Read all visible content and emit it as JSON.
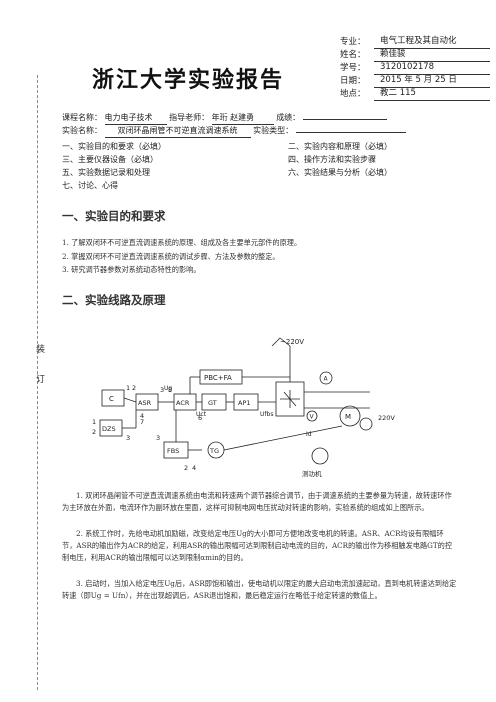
{
  "header": {
    "rows": [
      {
        "label": "专业：",
        "value": "电气工程及其自动化"
      },
      {
        "label": "姓名：",
        "value": "赖佳骏"
      },
      {
        "label": "学号：",
        "value": "3120102178"
      },
      {
        "label": "日期：",
        "value": "2015 年 5 月 25 日"
      },
      {
        "label": "地点：",
        "value": "教二 115"
      }
    ],
    "title": "浙江大学实验报告"
  },
  "meta": {
    "course_label": "课程名称：",
    "course_value": "电力电子技术",
    "teacher_label": "指导老师：",
    "teacher_value": "年珩 赵建勇",
    "grade_label": "成绩：",
    "exp_label": "实验名称：",
    "exp_value": "双闭环晶闸管不可逆直流调速系统",
    "type_label": "实验类型："
  },
  "toc": {
    "left": [
      "一、实验目的和要求（必填）",
      "三、主要仪器设备（必填）",
      "五、实验数据记录和处理",
      "七、讨论、心得"
    ],
    "right": [
      "二、实验内容和原理（必填）",
      "四、操作方法和实验步骤",
      "六、实验结果与分析（必填）"
    ]
  },
  "binding": {
    "mark1": "装",
    "mark2": "订"
  },
  "section1": {
    "title": "一、实验目的和要求",
    "items": [
      "1. 了解双闭环不可逆直流调速系统的原理、组成及各主要单元部件的原理。",
      "2. 掌握双闭环不可逆直流调速系统的调试步骤、方法及参数的整定。",
      "3. 研究调节器参数对系统动态特性的影响。"
    ]
  },
  "section2": {
    "title": "二、实验线路及原理",
    "diagram": {
      "supply": "~220V",
      "blocks": {
        "c": "C",
        "asr": "ASR",
        "acr": "ACR",
        "gt": "GT",
        "ap1": "AP1",
        "pbc": "PBC+FA",
        "dzs": "DZS",
        "fbs": "FBS",
        "tg": "TG"
      },
      "labels": {
        "ug": "Ug",
        "uct": "Uct",
        "ufbs": "Ufbs",
        "id": "Id",
        "m": "M",
        "v220": "220V",
        "load": "测功机",
        "a": "A",
        "v": "V"
      },
      "pins": [
        "1",
        "2",
        "1",
        "2",
        "3",
        "8",
        "3",
        "4",
        "7",
        "6",
        "3",
        "2",
        "4"
      ]
    },
    "paragraphs": [
      "1. 双闭环晶闸管不可逆直流调速系统由电流和转速两个调节器综合调节，由于调速系统的主要参量为转速，故转速环作为主环放在外面，电流环作为副环放在里面，这样可抑制电网电压扰动对转速的影响，实验系统的组成如上图所示。",
      "2. 系统工作时，先给电动机加励磁，改变给定电压Ug的大小即可方便地改变电机的转速。ASR、ACR均设有限幅环节，ASR的输出作为ACR的给定，利用ASR的输出限幅可达到限制启动电流的目的，ACR的输出作为移相触发电路GT的控制电压，利用ACR的输出限幅可以达到限制αmin的目的。",
      "3. 启动时，当加入给定电压Ug后，ASR即饱和输出，使电动机以限定的最大启动电流加速起动，直到电机转速达到给定转速（即Ug = Ufn），并在出现超调后，ASR退出饱和，最后稳定运行在略低于给定转速的数值上。"
    ]
  }
}
